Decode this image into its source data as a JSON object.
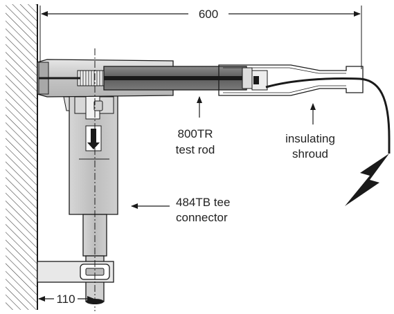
{
  "dimensions": {
    "overall_length": "600",
    "offset_from_wall": "110"
  },
  "labels": {
    "test_rod_line1": "800TR",
    "test_rod_line2": "test rod",
    "shroud_line1": "insulating",
    "shroud_line2": "shroud",
    "tee_line1": "484TB tee",
    "tee_line2": "connector"
  },
  "icons": {
    "high_voltage": "lightning-bolt-icon"
  },
  "colors": {
    "line": "#1a1a1a",
    "body_fill": "#cfcfcf",
    "rod_fill": "#6e6e6e",
    "wall_hatch": "#444444"
  }
}
